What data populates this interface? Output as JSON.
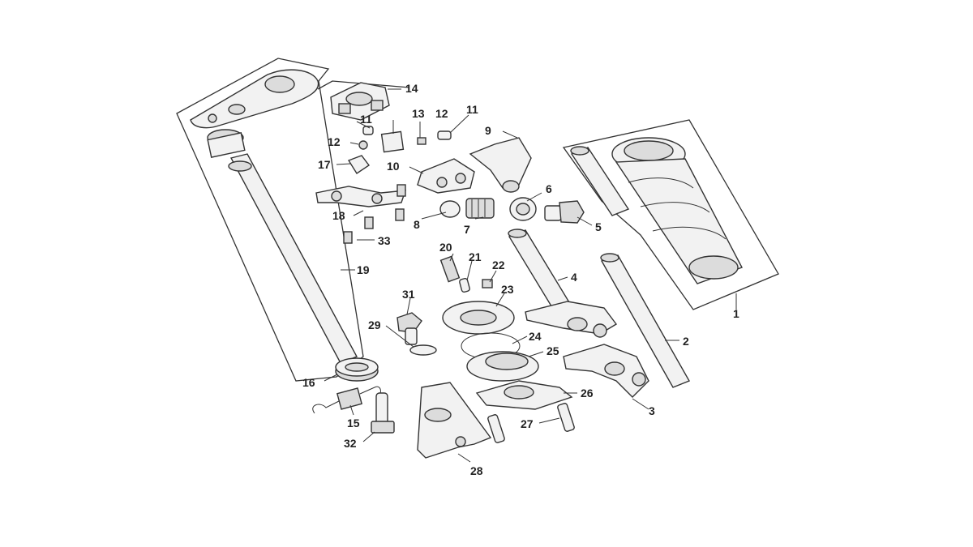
{
  "diagram": {
    "labels": [
      "1",
      "2",
      "3",
      "4",
      "5",
      "6",
      "7",
      "8",
      "9",
      "10",
      "11",
      "11",
      "12",
      "12",
      "13",
      "14",
      "15",
      "16",
      "17",
      "18",
      "19",
      "20",
      "21",
      "22",
      "23",
      "24",
      "25",
      "26",
      "27",
      "28",
      "29",
      "31",
      "32",
      "33"
    ]
  }
}
